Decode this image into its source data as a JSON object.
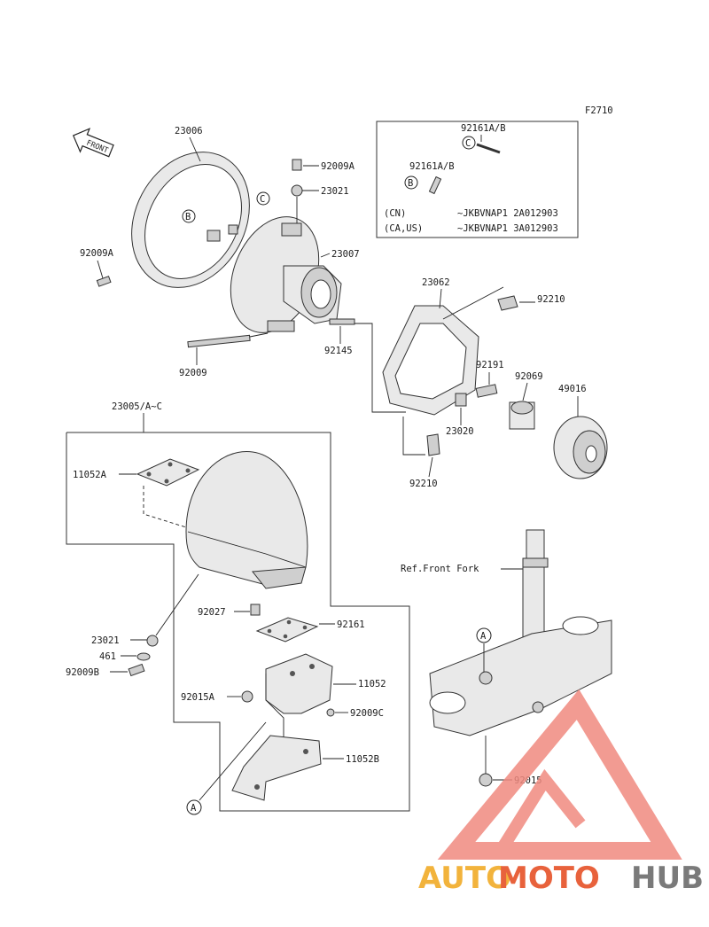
{
  "figure_code": "F2710",
  "front_arrow_label": "FRONT",
  "parts": {
    "p23006": "23006",
    "p92009A_a": "92009A",
    "p23021_a": "23021",
    "p23007": "23007",
    "p92009A_b": "92009A",
    "p92009": "92009",
    "p92145": "92145",
    "p23062": "23062",
    "p92210_a": "92210",
    "p92191": "92191",
    "p92069": "92069",
    "p49016": "49016",
    "p23020": "23020",
    "p92210_b": "92210",
    "p23005": "23005/A~C",
    "p11052A": "11052A",
    "p92027": "92027",
    "p92161": "92161",
    "p23021_b": "23021",
    "p461": "461",
    "p92009B": "92009B",
    "p92015A": "92015A",
    "p11052": "11052",
    "p92009C": "92009C",
    "p11052B": "11052B",
    "p92015": "92015",
    "ref_front_fork": "Ref.Front Fork"
  },
  "callouts": {
    "b1": "B",
    "c1": "C",
    "a1": "A",
    "a2": "A"
  },
  "inset": {
    "label_c": "92161A/B",
    "label_b": "92161A/B",
    "callout_c": "C",
    "callout_b": "B",
    "rows": [
      {
        "market": "(CN)",
        "serial": "~JKBVNAP1 2A012903"
      },
      {
        "market": "(CA,US)",
        "serial": "~JKBVNAP1 3A012903"
      }
    ]
  },
  "watermark": {
    "part1": "AUTO",
    "part2": "MOTO",
    "part3": "HUB",
    "color1": "#f2b33c",
    "color2": "#e8623c",
    "color3": "#7a7a7a",
    "logo_color": "#f08a80"
  }
}
